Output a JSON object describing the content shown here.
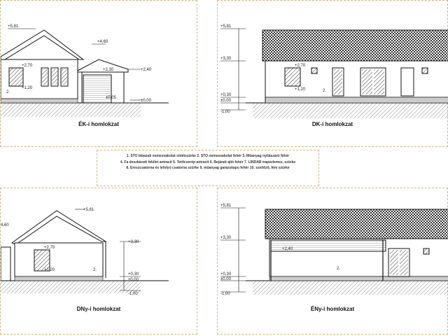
{
  "panels": {
    "ek": {
      "title": "ÉK-i homlokzat",
      "levels": [
        "+5,81",
        "+4,60",
        "+2,70",
        "+2,30",
        "+2,40",
        "±0,05",
        "±0,00",
        "+1,20",
        "2."
      ]
    },
    "dk": {
      "title": "DK-i homlokzat",
      "levels": [
        "+5,81",
        "+3,30",
        "+0,30",
        "±0,00",
        "-1,00",
        "+2,70",
        "+1,20",
        "2."
      ]
    },
    "dny": {
      "title": "DNy-i homlokzat",
      "levels": [
        "+5,81",
        "4,60",
        "+3,30",
        "+0,30",
        "±0,00",
        "-1,00",
        "+2,70",
        "+1,20",
        "2."
      ]
    },
    "eny": {
      "title": "ÉNy-i homlokzat",
      "levels": [
        "+5,81",
        "+3,30",
        "+2,40",
        "+0,30",
        "±0,00",
        "-1,00",
        "2."
      ]
    }
  },
  "legend": {
    "line1": "1. STO lábazati nemesvakolat sötétszürke   2. STO nemesvakolat fehér   3. Műanyag nyílászáró fehér",
    "line2": "4. Fa deszkázott felület antracit   5. Tetőcserép antracit   6. Bejárati ajtó fehér   7. LINDAB trapézlemez, szürke",
    "line3": "8. Ereszcsatorna és lefolyó csatorna szürke   9. műanyag garázskapu fehér   10. szellőző, fém szürke"
  }
}
